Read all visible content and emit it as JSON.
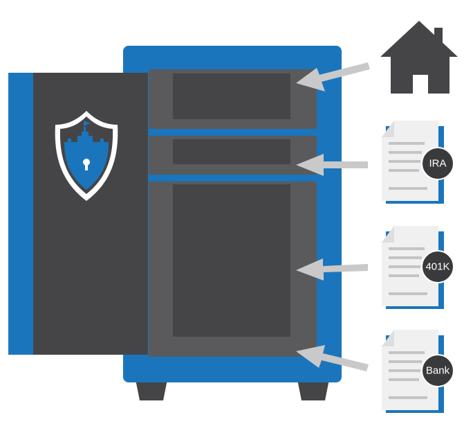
{
  "colors": {
    "blue": "#1b75bc",
    "dark": "#454547",
    "frame": "#5a5a5c",
    "arrow": "#c9c9c9",
    "paper": "#f0f0f0"
  },
  "icons": [
    "house-icon",
    "shield-castle-keyhole-icon",
    "document-icon"
  ],
  "documents": [
    {
      "label": "IRA"
    },
    {
      "label": "401K"
    },
    {
      "label": "Bank"
    }
  ]
}
